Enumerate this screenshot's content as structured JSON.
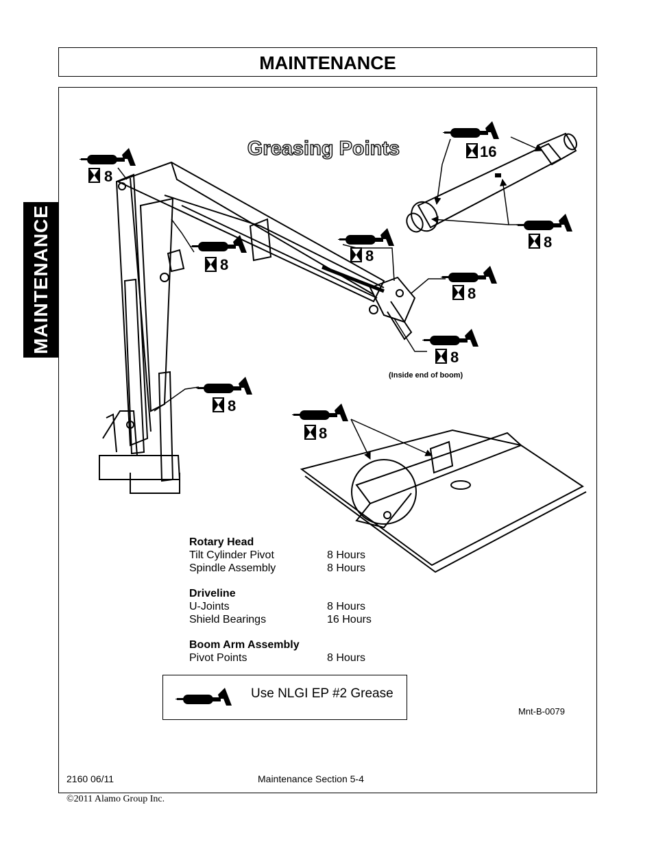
{
  "header": {
    "title": "MAINTENANCE"
  },
  "side_tab": {
    "label": "MAINTENANCE"
  },
  "diagram": {
    "title": "Greasing Points",
    "callouts": [
      {
        "hours": "8"
      },
      {
        "hours": "16"
      },
      {
        "hours": "8"
      },
      {
        "hours": "8"
      },
      {
        "hours": "8"
      },
      {
        "hours": "8"
      },
      {
        "hours": "8"
      },
      {
        "hours": "8"
      },
      {
        "hours": "8"
      }
    ],
    "inside_note": "(Inside end of boom)",
    "figure_code": "Mnt-B-0079",
    "legend": "Use NLGI EP #2 Grease"
  },
  "schedule": [
    {
      "heading": "Rotary Head",
      "rows": [
        {
          "item": "Tilt Cylinder Pivot",
          "interval": "8 Hours"
        },
        {
          "item": "Spindle Assembly",
          "interval": "8 Hours"
        }
      ]
    },
    {
      "heading": "Driveline",
      "rows": [
        {
          "item": "U-Joints",
          "interval": "8 Hours"
        },
        {
          "item": "Shield Bearings",
          "interval": "16 Hours"
        }
      ]
    },
    {
      "heading": "Boom Arm Assembly",
      "rows": [
        {
          "item": "Pivot Points",
          "interval": "8 Hours"
        }
      ]
    }
  ],
  "footer": {
    "model_date": "2160  06/11",
    "section": "Maintenance Section 5-4",
    "copyright": "©2011 Alamo Group Inc."
  }
}
